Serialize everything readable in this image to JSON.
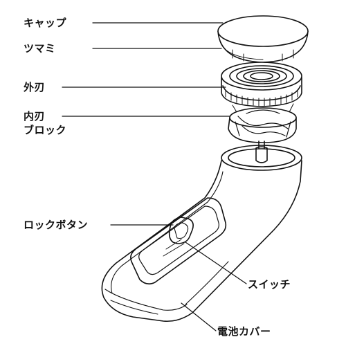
{
  "labels": {
    "cap": "キャップ",
    "knob": "ツマミ",
    "outer_blade": "外刃",
    "inner_blade_1": "内刃",
    "inner_blade_2": "ブロック",
    "lock_button": "ロックボタン",
    "switch": "スイッチ",
    "battery_cover": "電池カバー"
  },
  "colors": {
    "ink": "#111111",
    "background": "#ffffff"
  }
}
